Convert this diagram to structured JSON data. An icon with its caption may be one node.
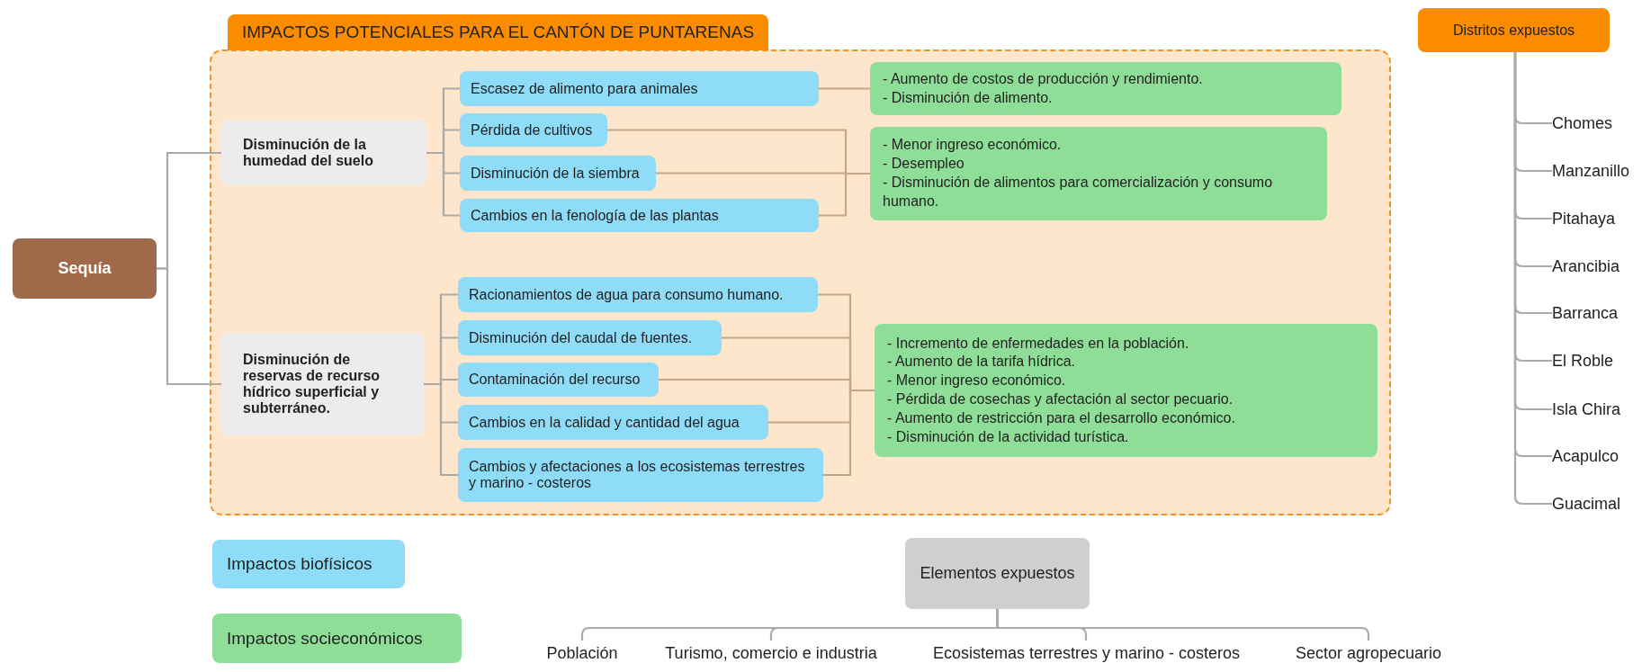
{
  "diagram": {
    "nodes": [
      {
        "text": [
          "Sequía"
        ]
      },
      {
        "text": [
          "IMPACTOS POTENCIALES PARA EL CANTÓN DE PUNTARENAS"
        ]
      },
      {
        "text": [
          "Disminución de la humedad del suelo"
        ],
        "in": 1
      },
      {
        "text": [
          "Escasez de alimento para animales"
        ],
        "in": 1
      },
      {
        "text": [
          "Pérdida de cultivos"
        ],
        "in": 1
      },
      {
        "text": [
          "Disminución de la siembra"
        ],
        "in": 1
      },
      {
        "text": [
          "Cambios en la fenología de las plantas"
        ],
        "in": 1
      },
      {
        "text": [
          "- Aumento de costos de producción y rendimiento.",
          "- Disminución de alimento."
        ],
        "in": 1
      },
      {
        "text": [
          "- Menor ingreso económico.",
          "- Desempleo",
          "- Disminución de alimentos para comercialización y consumo humano."
        ],
        "in": 1
      },
      {
        "text": [
          "Disminución de reservas de recurso hídrico superficial y subterráneo."
        ],
        "in": 1
      },
      {
        "text": [
          "Racionamientos de agua para consumo humano."
        ],
        "in": 1
      },
      {
        "text": [
          "Disminución del caudal de fuentes."
        ],
        "in": 1
      },
      {
        "text": [
          "Contaminación del recurso"
        ],
        "in": 1
      },
      {
        "text": [
          "Cambios en la calidad y cantidad del agua"
        ],
        "in": 1
      },
      {
        "text": [
          "Cambios y afectaciones a los ecosistemas terrestres y marino - costeros"
        ],
        "in": 1
      },
      {
        "text": [
          "- Incremento de enfermedades en la población.",
          "- Aumento de la tarifa hídrica.",
          "- Menor ingreso económico.",
          "- Pérdida de cosechas y afectación al sector pecuario.",
          "- Aumento de restricción para el desarrollo económico.",
          "- Disminución de la actividad turística."
        ],
        "in": 1
      },
      {
        "text": [
          "Distritos expuestos"
        ]
      },
      {
        "text": [
          "Chomes"
        ]
      },
      {
        "text": [
          "Manzanillo"
        ]
      },
      {
        "text": [
          "Pitahaya"
        ]
      },
      {
        "text": [
          "Arancibia"
        ]
      },
      {
        "text": [
          "Barranca"
        ]
      },
      {
        "text": [
          "El Roble"
        ]
      },
      {
        "text": [
          "Isla Chira"
        ]
      },
      {
        "text": [
          "Acapulco"
        ]
      },
      {
        "text": [
          "Guacimal"
        ]
      },
      {
        "text": [
          "Elementos expuestos"
        ]
      },
      {
        "text": [
          "Población"
        ]
      },
      {
        "text": [
          "Turismo, comercio e industria"
        ]
      },
      {
        "text": [
          "Ecosistemas terrestres y marino - costeros"
        ]
      },
      {
        "text": [
          "Sector agropecuario"
        ]
      }
    ],
    "edges": [
      {
        "from": 0,
        "to": 2,
        "arrow": "none"
      },
      {
        "from": 0,
        "to": 9,
        "arrow": "none"
      },
      {
        "from": 2,
        "to": 3,
        "arrow": "none"
      },
      {
        "from": 2,
        "to": 4,
        "arrow": "none"
      },
      {
        "from": 2,
        "to": 5,
        "arrow": "none"
      },
      {
        "from": 2,
        "to": 6,
        "arrow": "none"
      },
      {
        "from": 3,
        "to": 7,
        "arrow": "none",
        "color": "#c4a788"
      },
      {
        "from": 4,
        "to": 8,
        "arrow": "none",
        "color": "#c4a788"
      },
      {
        "from": 5,
        "to": 8,
        "arrow": "none",
        "color": "#c4a788"
      },
      {
        "from": 6,
        "to": 8,
        "arrow": "none",
        "color": "#c4a788"
      },
      {
        "from": 9,
        "to": 10,
        "arrow": "none"
      },
      {
        "from": 9,
        "to": 11,
        "arrow": "none"
      },
      {
        "from": 9,
        "to": 12,
        "arrow": "none"
      },
      {
        "from": 9,
        "to": 13,
        "arrow": "none"
      },
      {
        "from": 9,
        "to": 14,
        "arrow": "none"
      },
      {
        "from": 10,
        "to": 15,
        "arrow": "none",
        "color": "#c4a788"
      },
      {
        "from": 11,
        "to": 15,
        "arrow": "none",
        "color": "#c4a788"
      },
      {
        "from": 12,
        "to": 15,
        "arrow": "none",
        "color": "#c4a788"
      },
      {
        "from": 13,
        "to": 15,
        "arrow": "none",
        "color": "#c4a788"
      },
      {
        "from": 14,
        "to": 15,
        "arrow": "none",
        "color": "#c4a788"
      },
      {
        "from": 16,
        "to": 17,
        "arrow": "none"
      },
      {
        "from": 16,
        "to": 18,
        "arrow": "none"
      },
      {
        "from": 16,
        "to": 19,
        "arrow": "none"
      },
      {
        "from": 16,
        "to": 20,
        "arrow": "none"
      },
      {
        "from": 16,
        "to": 21,
        "arrow": "none"
      },
      {
        "from": 16,
        "to": 22,
        "arrow": "none"
      },
      {
        "from": 16,
        "to": 23,
        "arrow": "none"
      },
      {
        "from": 16,
        "to": 24,
        "arrow": "none"
      },
      {
        "from": 16,
        "to": 25,
        "arrow": "none"
      },
      {
        "from": 26,
        "to": 27,
        "arrow": "none"
      },
      {
        "from": 26,
        "to": 28,
        "arrow": "none"
      },
      {
        "from": 26,
        "to": 29,
        "arrow": "none"
      },
      {
        "from": 26,
        "to": 30,
        "arrow": "none"
      }
    ],
    "legend": [
      {
        "text": "Impactos biofísicos",
        "color": "#8edcf7"
      },
      {
        "text": "Impactos socieconómicos",
        "color": "#8ede98"
      }
    ]
  }
}
